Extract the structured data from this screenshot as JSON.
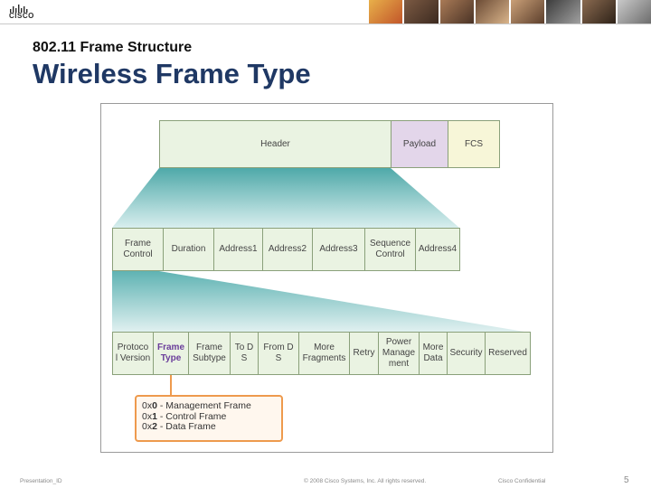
{
  "header": {
    "logo_text": "CISCO",
    "subtitle": "802.11 Frame Structure",
    "title": "Wireless Frame Type"
  },
  "top_row": {
    "header": "Header",
    "payload": "Payload",
    "fcs": "FCS"
  },
  "middle_row": [
    {
      "label_1": "Frame",
      "label_2": "Control"
    },
    {
      "label_1": "Duration",
      "label_2": ""
    },
    {
      "label_1": "Address1",
      "label_2": ""
    },
    {
      "label_1": "Address2",
      "label_2": ""
    },
    {
      "label_1": "Address3",
      "label_2": ""
    },
    {
      "label_1": "Sequence",
      "label_2": "Control"
    },
    {
      "label_1": "Address4",
      "label_2": ""
    }
  ],
  "bottom_row": [
    {
      "l1": "Protoco",
      "l2": "l Version",
      "l3": ""
    },
    {
      "l1": "Frame",
      "l2": "Type",
      "l3": ""
    },
    {
      "l1": "Frame",
      "l2": "Subtype",
      "l3": ""
    },
    {
      "l1": "To D",
      "l2": "S",
      "l3": ""
    },
    {
      "l1": "From D",
      "l2": "S",
      "l3": ""
    },
    {
      "l1": "More",
      "l2": "Fragments",
      "l3": ""
    },
    {
      "l1": "Retry",
      "l2": "",
      "l3": ""
    },
    {
      "l1": "Power",
      "l2": "Manage",
      "l3": "ment"
    },
    {
      "l1": "More",
      "l2": "Data",
      "l3": ""
    },
    {
      "l1": "Security",
      "l2": "",
      "l3": ""
    },
    {
      "l1": "Reserved",
      "l2": "",
      "l3": ""
    }
  ],
  "callout": [
    {
      "prefix": "0x",
      "num": "0",
      "text": " - Management Frame"
    },
    {
      "prefix": "0x",
      "num": "1",
      "text": " - Control Frame"
    },
    {
      "prefix": "0x",
      "num": "2",
      "text": " - Data Frame"
    }
  ],
  "footer": {
    "presentation": "Presentation_ID",
    "copyright": "© 2008 Cisco Systems, Inc. All rights reserved.",
    "confidential": "Cisco Confidential",
    "page": "5"
  },
  "colors": {
    "title": "#1f3864",
    "teal": "#5fb3b3",
    "callout_border": "#ee9a4d",
    "frame_type": "#6a3d9a"
  }
}
